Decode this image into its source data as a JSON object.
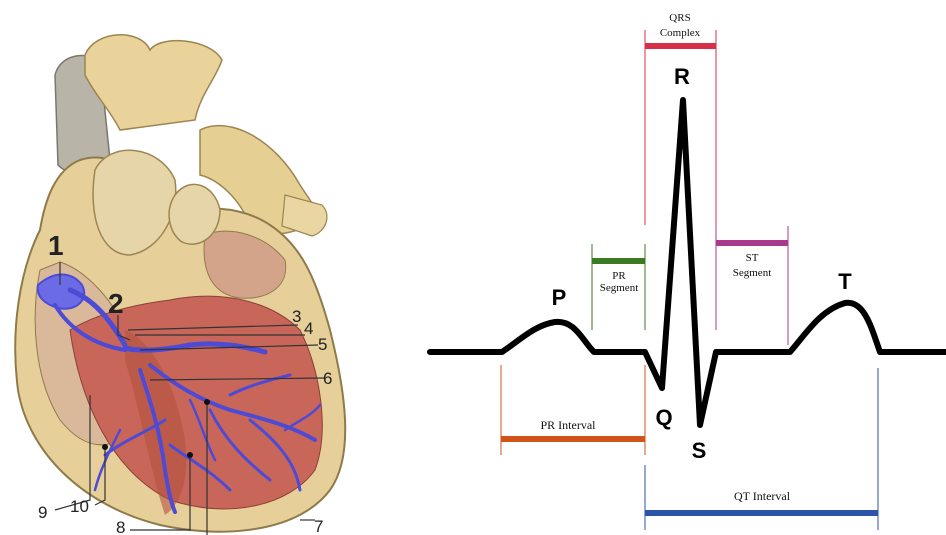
{
  "heart": {
    "labels": {
      "n1": "1",
      "n2": "2",
      "n3": "3",
      "n4": "4",
      "n5": "5",
      "n6": "6",
      "n7": "7",
      "n8": "8",
      "n9": "9",
      "n10": "10"
    }
  },
  "ecg": {
    "waves": {
      "p": "P",
      "q": "Q",
      "r": "R",
      "s": "S",
      "t": "T"
    },
    "segments": {
      "qrs_line1": "QRS",
      "qrs_line2": "Complex",
      "pr_line1": "PR",
      "pr_line2": "Segment",
      "st_line1": "ST",
      "st_line2": "Segment"
    },
    "intervals": {
      "pr": "PR Interval",
      "qt": "QT Interval"
    },
    "colors": {
      "qrs": "#d9304a",
      "pr_segment": "#3c7a22",
      "st_segment": "#a8398f",
      "pr_interval": "#d0531a",
      "qt_interval": "#2a55a8",
      "trace": "#000000"
    }
  }
}
